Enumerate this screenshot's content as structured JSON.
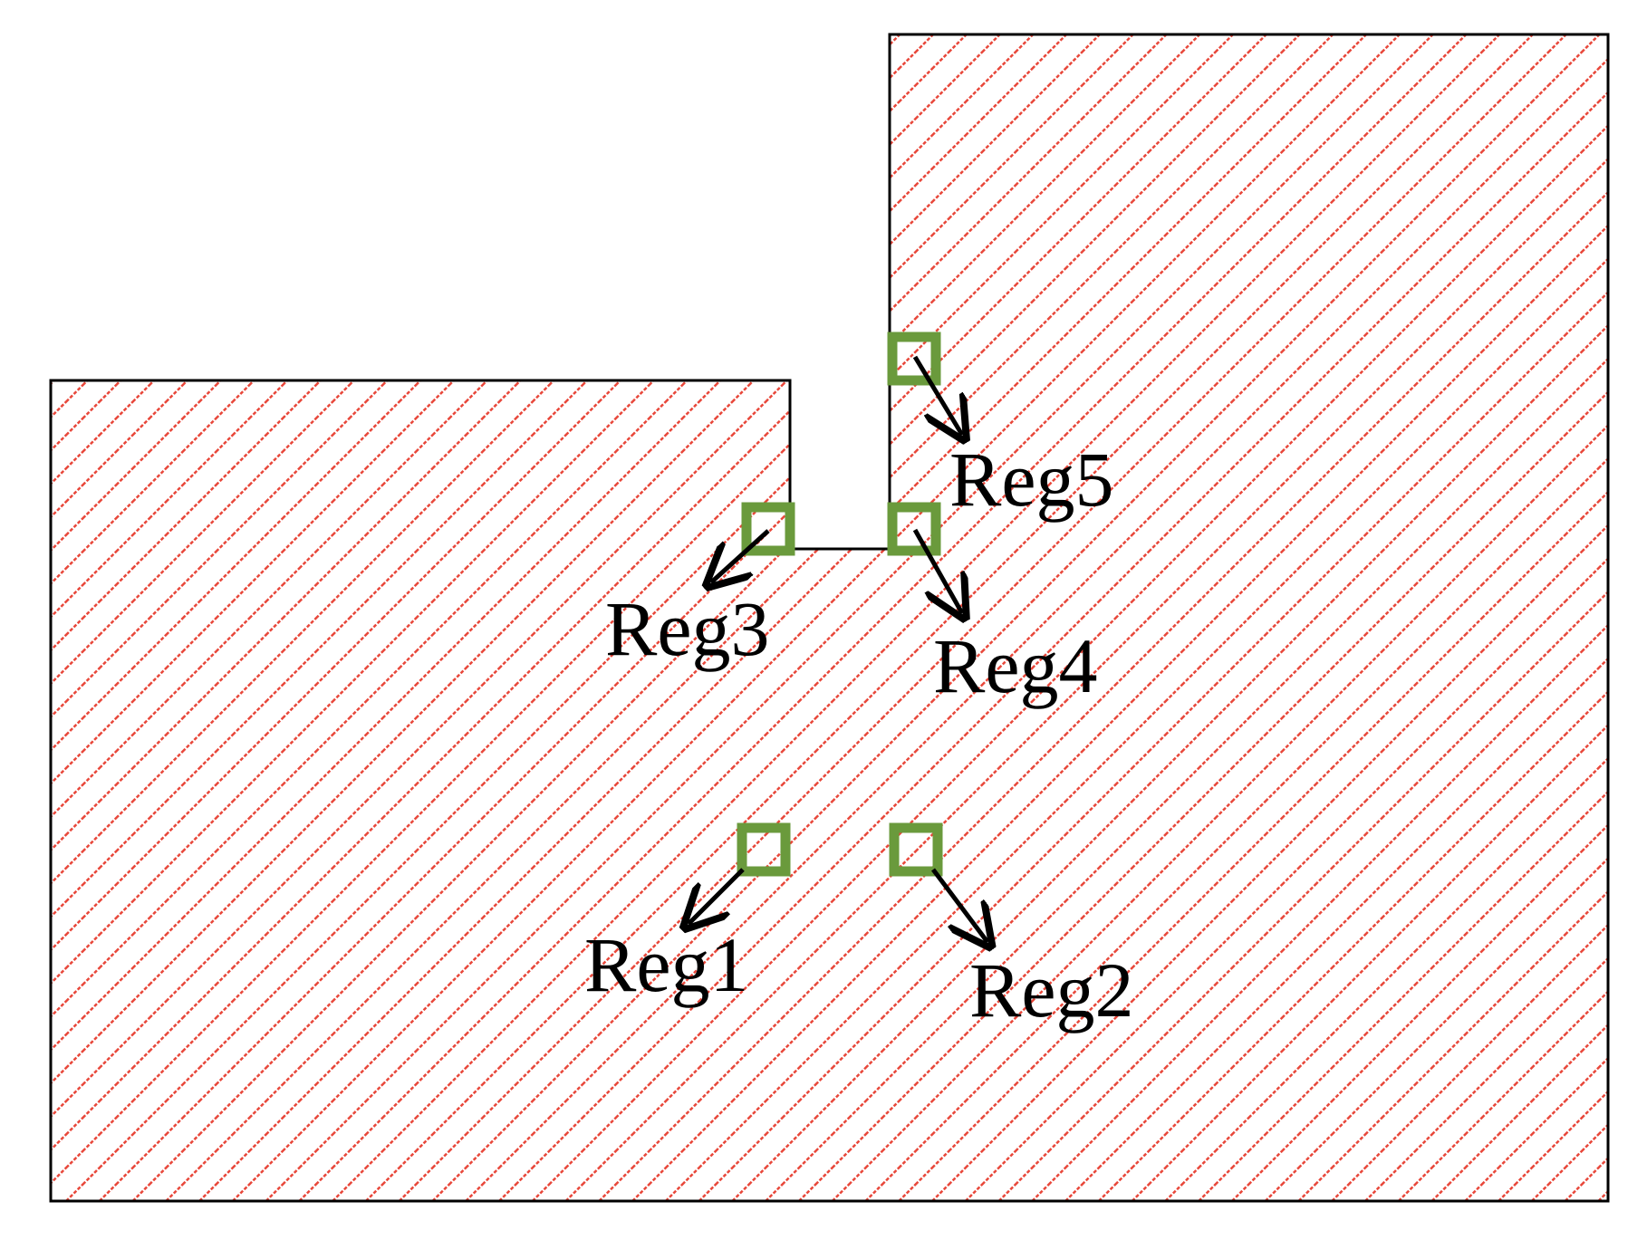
{
  "colors": {
    "hatch": "#e8473a",
    "marker": "#6a9a3c",
    "outline": "#000000",
    "arrow": "#000000"
  },
  "labels": {
    "reg1": "Reg1",
    "reg2": "Reg2",
    "reg3": "Reg3",
    "reg4": "Reg4",
    "reg5": "Reg5"
  }
}
